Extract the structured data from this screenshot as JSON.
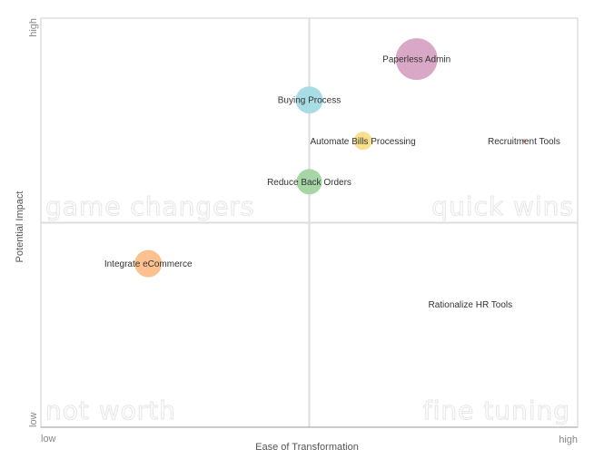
{
  "chart_data": {
    "type": "scatter",
    "subtype": "bubble",
    "xlabel": "Ease of Transformation",
    "ylabel": "Potential Impact",
    "xlim": [
      0,
      10
    ],
    "ylim": [
      0,
      10
    ],
    "x_ticks": {
      "low": "low",
      "high": "high"
    },
    "y_ticks": {
      "low": "low",
      "high": "high"
    },
    "grid": false,
    "quadrants": {
      "top_left": "game changers",
      "top_right": "quick wins",
      "bottom_left": "not worth",
      "bottom_right": "fine tuning"
    },
    "points": [
      {
        "label": "Paperless Admin",
        "x": 7,
        "y": 9,
        "size": 23,
        "color": "#d9a8c6"
      },
      {
        "label": "Buying Process",
        "x": 5,
        "y": 8,
        "size": 15,
        "color": "#a8dde6"
      },
      {
        "label": "Automate Bills Processing",
        "x": 6,
        "y": 7,
        "size": 10,
        "color": "#f9df8c"
      },
      {
        "label": "Recruitment Tools",
        "x": 9,
        "y": 7,
        "size": 2,
        "color": "#f4a08a"
      },
      {
        "label": "Reduce Back Orders",
        "x": 5,
        "y": 6,
        "size": 14,
        "color": "#a6d6a6"
      },
      {
        "label": "Integrate eCommerce",
        "x": 2,
        "y": 4,
        "size": 15,
        "color": "#fcc18e"
      },
      {
        "label": "Rationalize HR Tools",
        "x": 8,
        "y": 3,
        "size": 0,
        "color": "#cccccc"
      }
    ]
  }
}
